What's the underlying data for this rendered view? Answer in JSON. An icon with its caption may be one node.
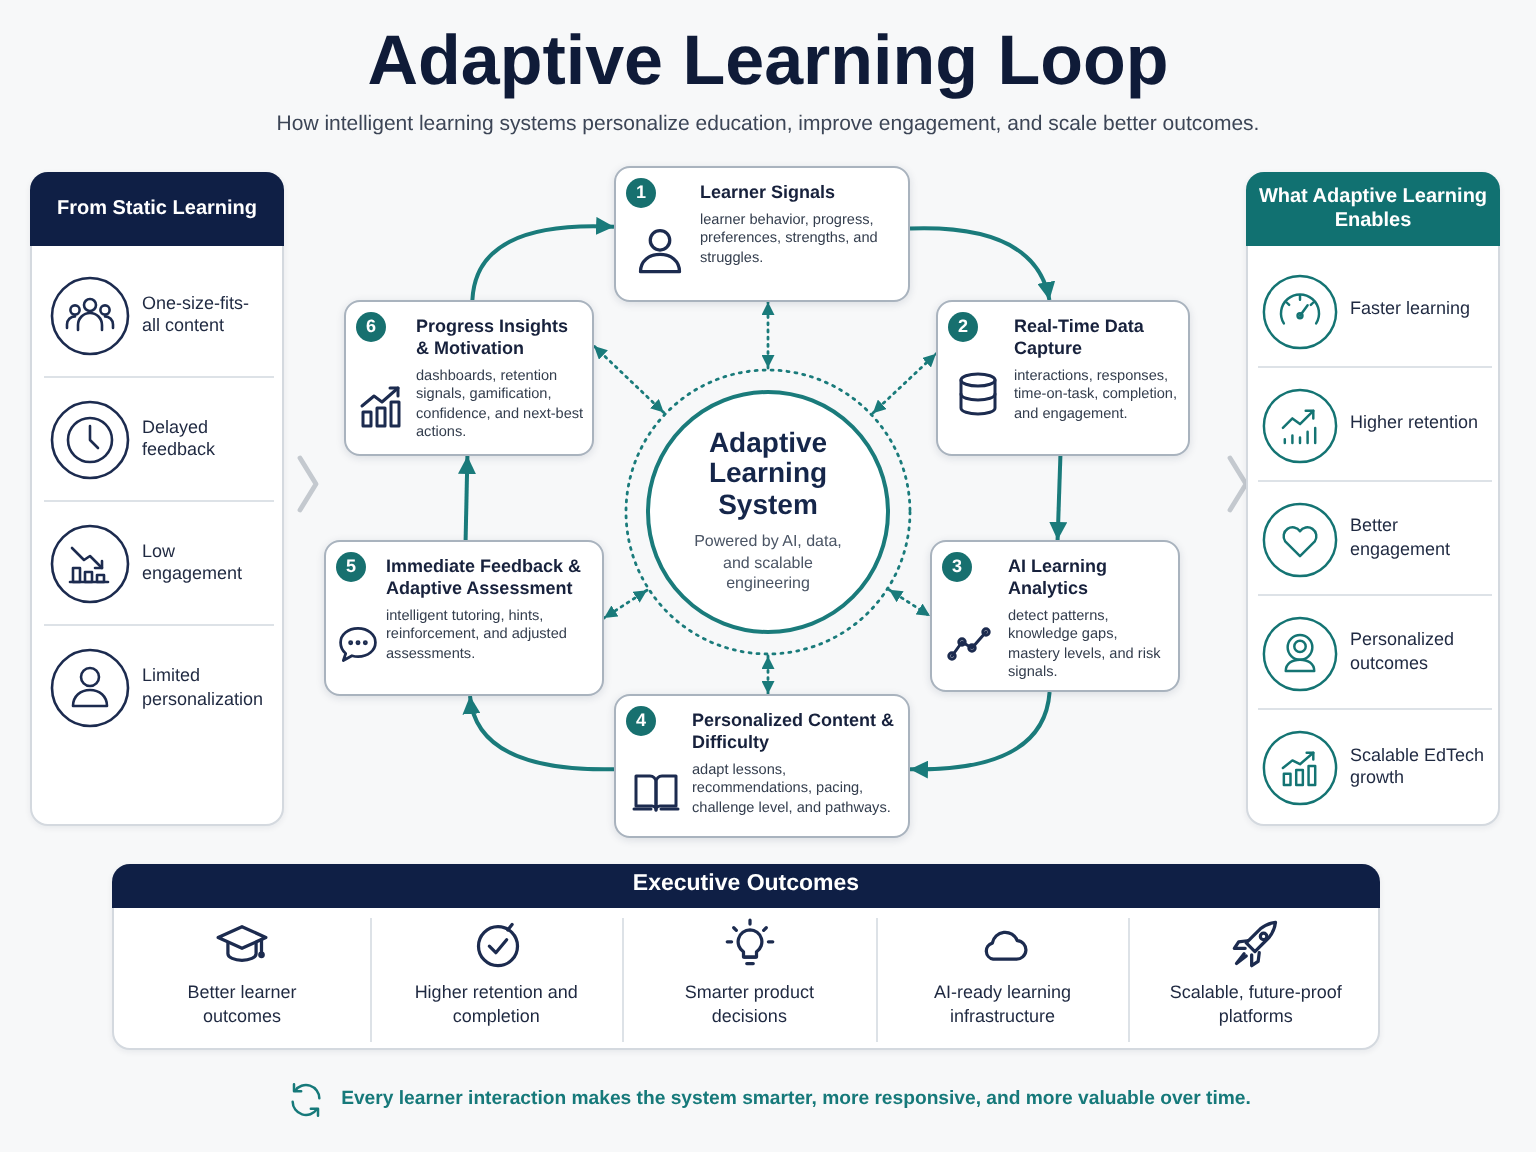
{
  "diagram": {
    "title": "Adaptive Learning Loop",
    "nodes": [
      {
        "text": [
          "From Static Learning"
        ]
      },
      {
        "text": [
          "One-size-fits-all content"
        ],
        "in": 0
      },
      {
        "text": [
          "Delayed feedback"
        ],
        "in": 0
      },
      {
        "text": [
          "Low engagement"
        ],
        "in": 0
      },
      {
        "text": [
          "Limited personalization"
        ],
        "in": 0
      },
      {
        "text": [
          "1",
          "Learner Signals",
          "learner behavior, progress, preferences, strengths, and struggles."
        ]
      },
      {
        "text": [
          "2",
          "Real-Time Data Capture",
          "interactions, responses, time-on-task, completion, and engagement."
        ]
      },
      {
        "text": [
          "3",
          "AI Learning Analytics",
          "detect patterns, knowledge gaps, mastery levels, and risk signals."
        ]
      },
      {
        "text": [
          "4",
          "Personalized Content & Difficulty",
          "adapt lessons, recommendations, pacing, challenge level, and pathways."
        ]
      },
      {
        "text": [
          "5",
          "Immediate Feedback & Adaptive Assessment",
          "intelligent tutoring, hints, reinforcement, and adjusted assessments."
        ]
      },
      {
        "text": [
          "6",
          "Progress Insights & Motivation",
          "dashboards, retention signals, gamification, confidence, and next-best actions."
        ]
      },
      {
        "text": [
          "Adaptive Learning System",
          "Powered by AI, data, and scalable engineering"
        ]
      },
      {
        "text": [
          "What Adaptive Learning Enables"
        ]
      },
      {
        "text": [
          "Faster learning"
        ],
        "in": 12
      },
      {
        "text": [
          "Higher retention"
        ],
        "in": 12
      },
      {
        "text": [
          "Better engagement"
        ],
        "in": 12
      },
      {
        "text": [
          "Personalized outcomes"
        ],
        "in": 12
      },
      {
        "text": [
          "Scalable EdTech growth"
        ],
        "in": 12
      },
      {
        "text": [
          "Executive Outcomes"
        ]
      },
      {
        "text": [
          "Better learner outcomes"
        ],
        "in": 18
      },
      {
        "text": [
          "Higher retention and completion"
        ],
        "in": 18
      },
      {
        "text": [
          "Smarter product decisions"
        ],
        "in": 18
      },
      {
        "text": [
          "AI-ready learning infrastructure"
        ],
        "in": 18
      },
      {
        "text": [
          "Scalable, future-proof platforms"
        ],
        "in": 18
      }
    ],
    "edges": [
      {
        "from": 5,
        "to": 6,
        "arrow": "to"
      },
      {
        "from": 6,
        "to": 7,
        "arrow": "to"
      },
      {
        "from": 7,
        "to": 8,
        "arrow": "to"
      },
      {
        "from": 8,
        "to": 9,
        "arrow": "to"
      },
      {
        "from": 9,
        "to": 10,
        "arrow": "to"
      },
      {
        "from": 10,
        "to": 5,
        "arrow": "to"
      },
      {
        "from": 11,
        "to": 5,
        "arrow": "both",
        "style": "dashed"
      },
      {
        "from": 11,
        "to": 6,
        "arrow": "both",
        "style": "dashed"
      },
      {
        "from": 11,
        "to": 7,
        "arrow": "both",
        "style": "dashed"
      },
      {
        "from": 11,
        "to": 8,
        "arrow": "both",
        "style": "dashed"
      },
      {
        "from": 11,
        "to": 9,
        "arrow": "both",
        "style": "dashed"
      },
      {
        "from": 11,
        "to": 10,
        "arrow": "both",
        "style": "dashed"
      },
      {
        "from": 0,
        "to": null,
        "arrow": "to",
        "color": "#c4c9cf"
      },
      {
        "from": null,
        "to": 12,
        "arrow": "to",
        "color": "#c4c9cf"
      }
    ],
    "labels": [
      "How intelligent learning systems personalize education, improve engagement, and scale better outcomes.",
      "Every learner interaction makes the system smarter, more responsive, and more valuable over time."
    ]
  }
}
